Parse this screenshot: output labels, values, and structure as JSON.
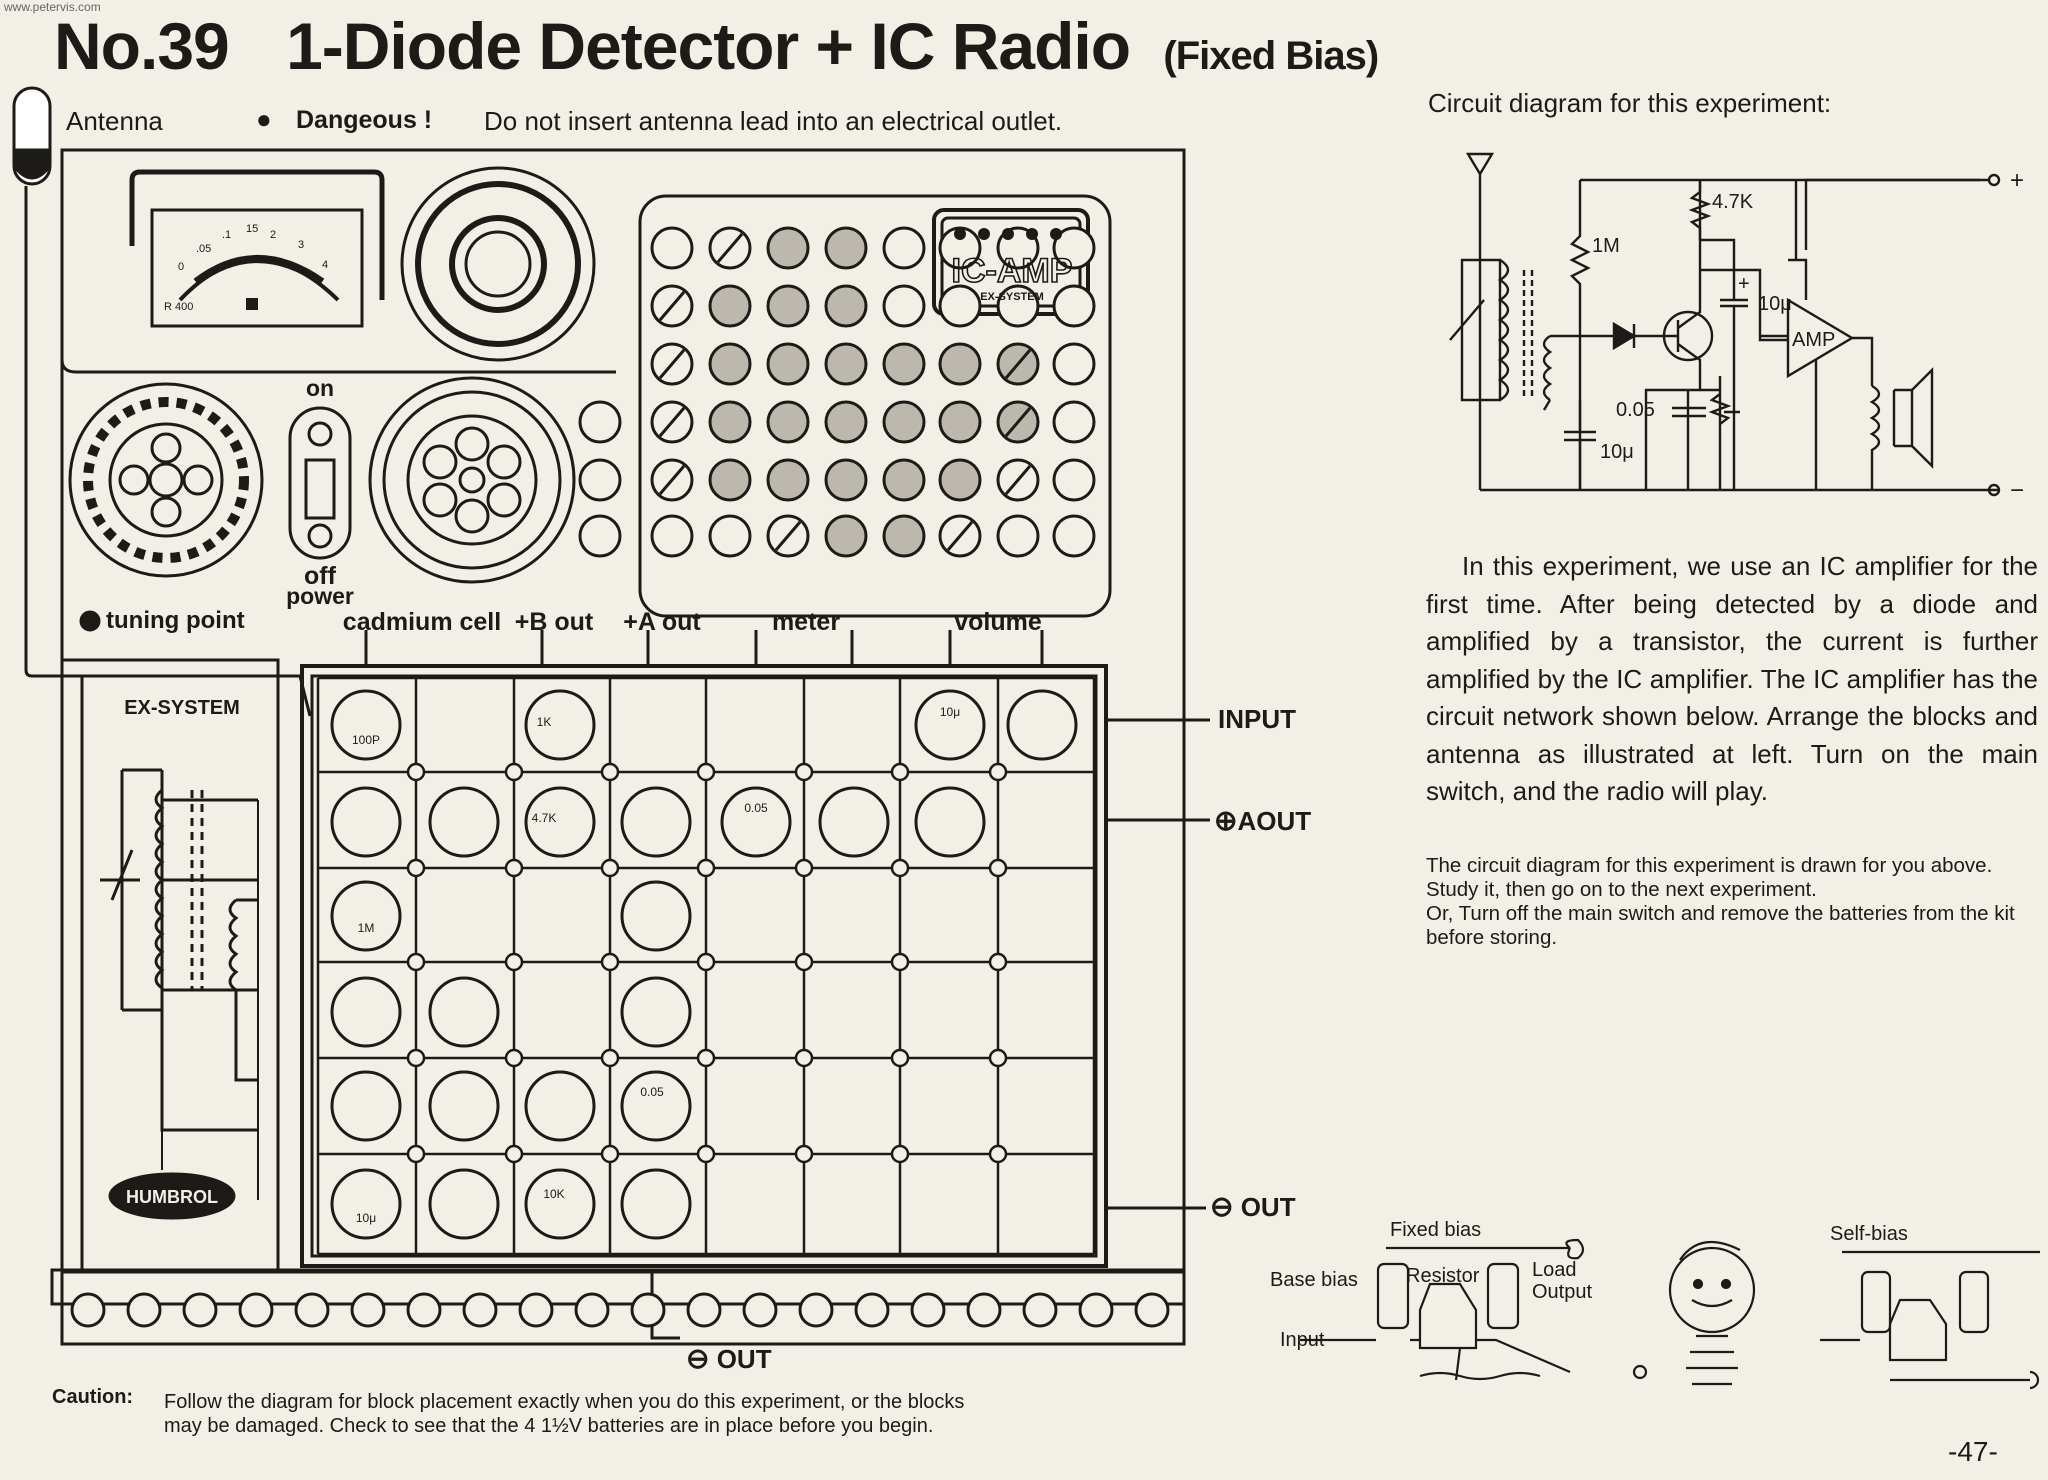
{
  "site": {
    "url": "www.petervis.com"
  },
  "page": {
    "number_label": "No.39",
    "title": "1-Diode Detector + IC Radio",
    "subtitle": "(Fixed Bias)",
    "page_number": "-47-"
  },
  "antenna_line": {
    "antenna": "Antenna",
    "bullet": "●",
    "warning": "Dangeous !",
    "instruction": "Do not insert antenna lead into an electrical outlet."
  },
  "kit": {
    "ic_amp_title": "IC-AMP",
    "ic_amp_sub": "EX-SYSTEM",
    "switch_on": "on",
    "switch_off": "off",
    "switch_power": "power",
    "tuning_point": "tuning point",
    "terminals": [
      "cadmium cell",
      "+B out",
      "+A out",
      "meter",
      "volume"
    ],
    "ex_system": "EX-SYSTEM",
    "brand": "HUMBROL",
    "meter_mark": "R 400",
    "side_labels": {
      "input": "INPUT",
      "aout": "AOUT",
      "out_right": "OUT",
      "out_bottom": "OUT"
    }
  },
  "blocks": {
    "cap_100p": "100P",
    "res_1k": "1K",
    "cap_10u_top": "10μ",
    "res_4k7": "4.7K",
    "cap_005_a": "0.05",
    "res_1m": "1M",
    "cap_005_b": "0.05",
    "cap_10u_bottom": "10μ",
    "res_10k": "10K"
  },
  "schematic": {
    "heading": "Circuit diagram for this experiment:",
    "r1": "1M",
    "r2": "4.7K",
    "c1": "10μ",
    "c2": "0.05",
    "c3": "10μ",
    "amp": "AMP",
    "plus": "+",
    "minus": "−",
    "cap_plus": "+"
  },
  "description": {
    "paragraph": "In this experiment, we use an IC amplifier for the first time. After being detected by a diode and amplified by a transistor, the current is further amplified by the IC amplifier. The IC amplifier has the circuit network shown below. Arrange the blocks and antenna as illustrated at left. Turn on the main switch, and the radio will play.",
    "note1": "The circuit diagram for this experiment is drawn for you above. Study it, then go on to the next experiment.",
    "note2": "Or, Turn off the main switch and remove the batteries from the kit before storing."
  },
  "cartoon": {
    "fixed_bias": "Fixed bias",
    "base_bias": "Base bias",
    "resistor": "Resistor",
    "load": "Load",
    "output": "Output",
    "input": "Input",
    "self_bias": "Self-bias"
  },
  "caution": {
    "label": "Caution:",
    "text1": "Follow the diagram for block placement exactly when you do this experiment, or the blocks",
    "text2": "may be damaged. Check to see that the 4 1½V batteries are in place before you begin."
  }
}
